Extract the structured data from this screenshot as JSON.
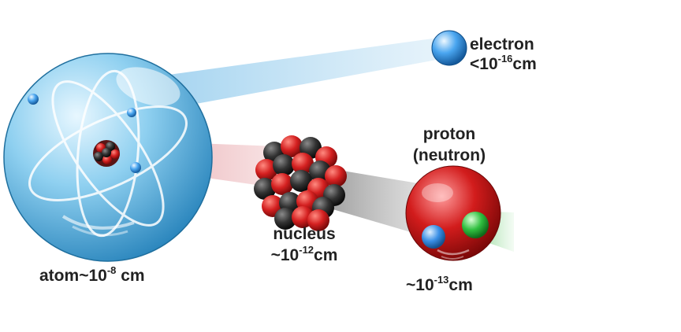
{
  "labels": {
    "electron": {
      "name": "electron",
      "prefix": "<10",
      "exp": "-16",
      "unit": "cm"
    },
    "proton": {
      "name": "proton",
      "alt": "(neutron)",
      "prefix": "~10",
      "exp": "-13",
      "unit": "cm"
    },
    "nucleus": {
      "name": "nucleus",
      "prefix": "~10",
      "exp": "-12",
      "unit": "cm"
    },
    "atom": {
      "name": "atom",
      "prefix": "~10",
      "exp": "-8",
      "unit": " cm"
    }
  },
  "colors": {
    "atom": "#4aa8d8",
    "proton_particle": "#cc1f1f",
    "neutron_particle": "#333333",
    "quark_blue": "#2f7fe0",
    "quark_green": "#28b43c",
    "electron": "#3b98e8"
  }
}
